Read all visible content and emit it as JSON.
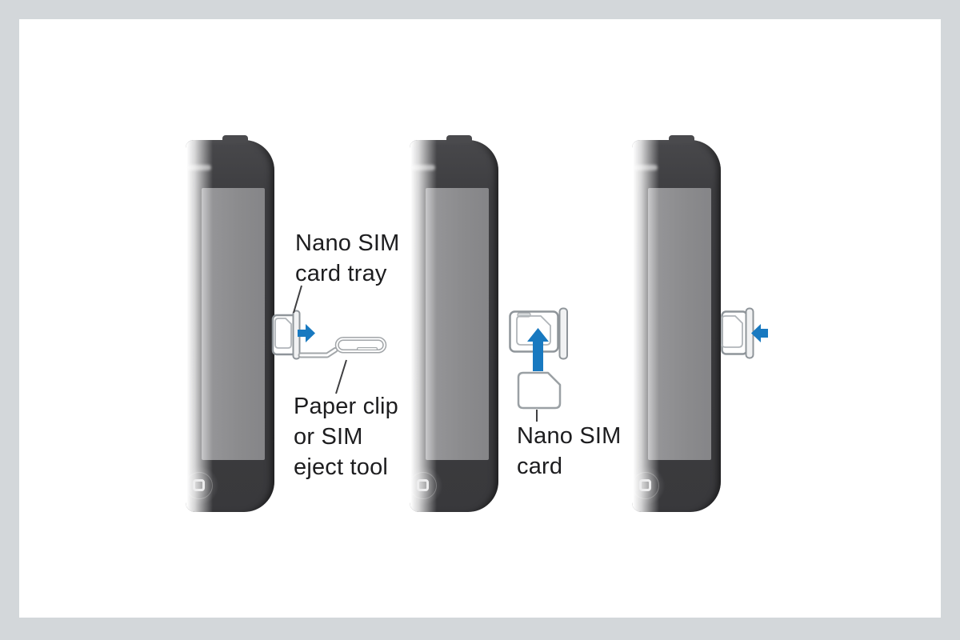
{
  "colors": {
    "page_bg": "#d3d7da",
    "panel_bg": "#ffffff",
    "accent_blue": "#1879c0",
    "phone_body": "#3e3e41",
    "phone_screen": "#8b8b8d",
    "label_text": "#1d1d1f"
  },
  "labels": {
    "nano_sim_card_tray": {
      "line1": "Nano SIM",
      "line2": "card tray"
    },
    "paper_clip_or_sim_eject_tool": {
      "line1": "Paper clip",
      "line2": "or SIM",
      "line3": "eject tool"
    },
    "nano_sim_card": {
      "line1": "Nano SIM",
      "line2": "card"
    }
  },
  "icons": {
    "step1_arrow": "arrow-right-icon",
    "step2_arrow": "arrow-up-icon",
    "step3_arrow": "arrow-left-icon",
    "tool": "paper-clip-icon",
    "card": "nano-sim-card-icon",
    "tray": "sim-tray-icon"
  }
}
